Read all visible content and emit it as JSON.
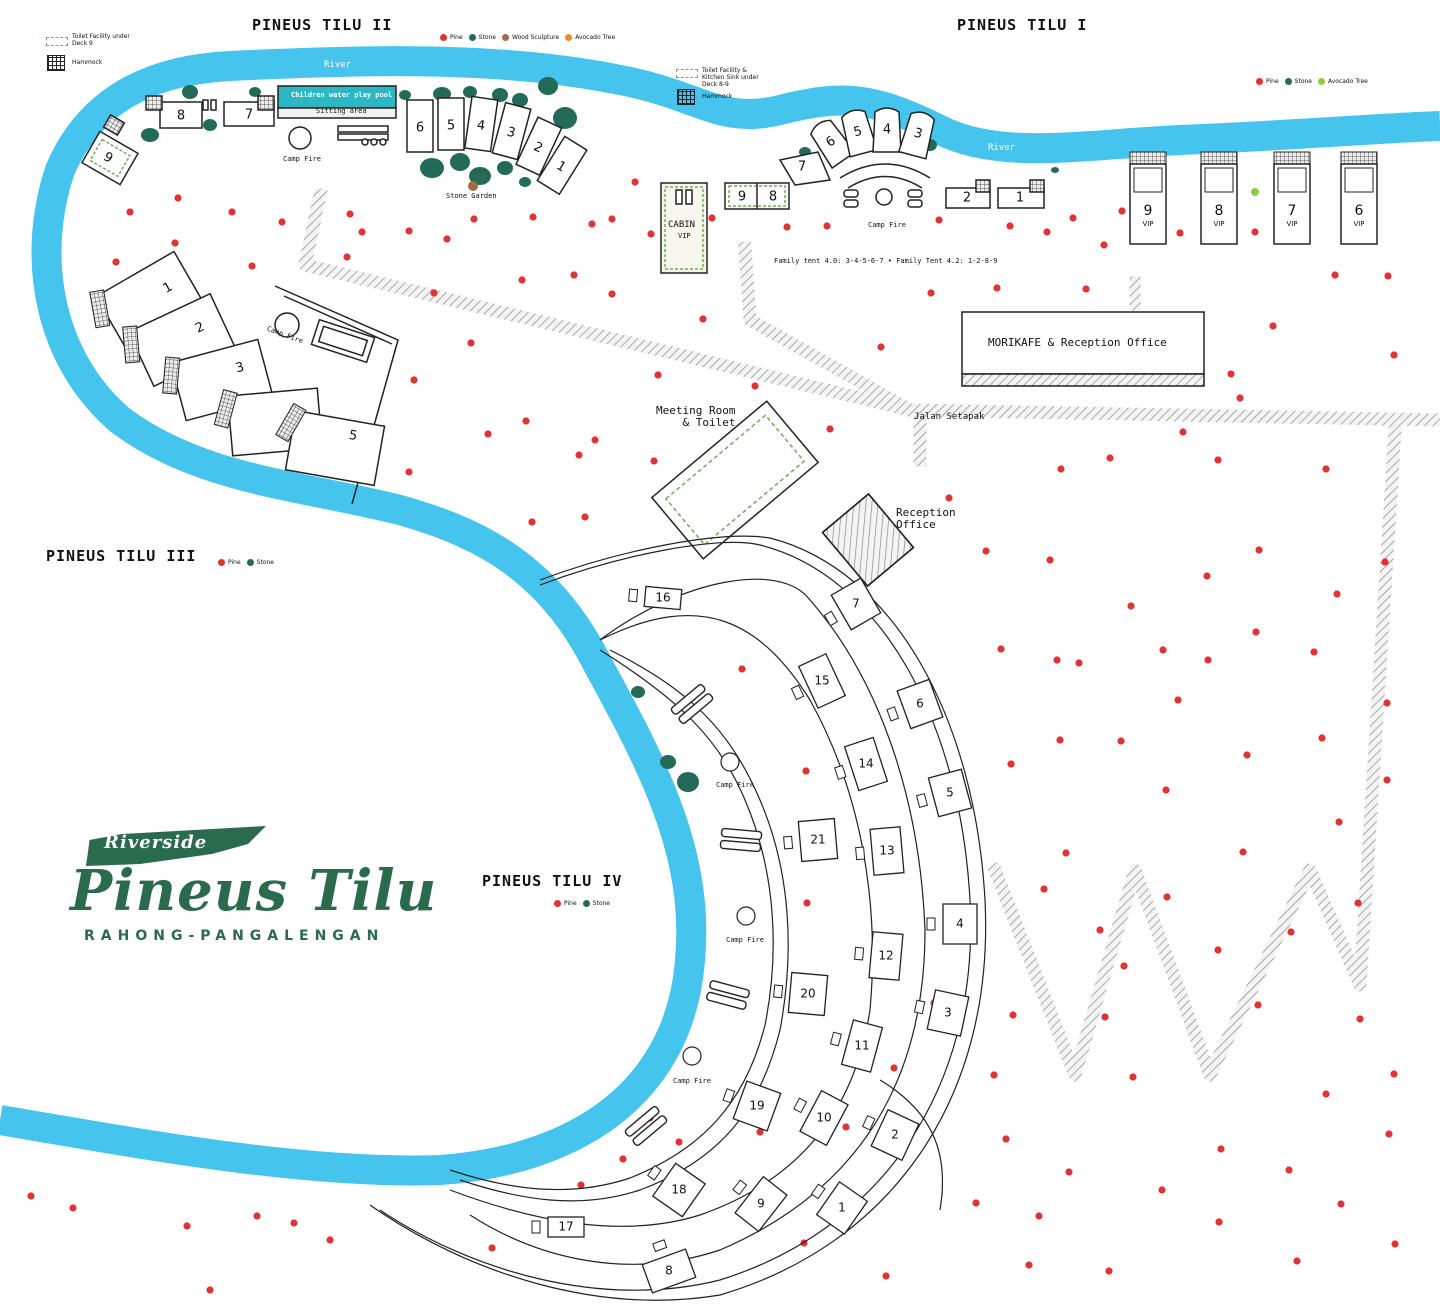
{
  "areas": {
    "pineus_tilu_1": "PINEUS TILU I",
    "pineus_tilu_2": "PINEUS TILU II",
    "pineus_tilu_3": "PINEUS TILU III",
    "pineus_tilu_4": "PINEUS TILU IV"
  },
  "legend": {
    "pine": "Pine",
    "stone": "Stone",
    "wood": "Wood Sculpture",
    "avocado": "Avocado Tree",
    "hammock": "Hammock",
    "toilet_deck9": "Toilet Facility under Deck 9",
    "toilet_kitchen": "Toilet Facility & Kitchen Sink under Deck 8-9"
  },
  "colors": {
    "river": "#45c4ee",
    "pine": "#e23232",
    "stone": "#236b57",
    "wood": "#a26b40",
    "avocado": "#f08c22",
    "avocado_light": "#8ccc42",
    "brand": "#2b6b4d",
    "path": "#9a9a9a"
  },
  "labels": {
    "river": "River",
    "children_pool": "Children water play pool",
    "sitting_area": "Sitting area",
    "camp_fire": "Camp Fire",
    "stone_garden": "Stone Garden",
    "cabin": "CABIN",
    "vip": "VIP",
    "family_tent": "Family tent 4.0: 3-4-5-6-7 • Family Tent 4.2: 1-2-8-9",
    "morikafe": "MORIKAFE & Reception Office",
    "meeting_room": "Meeting Room\n& Toilet",
    "jalan_setapak": "Jalan Setapak",
    "reception_office": "Reception\nOffice"
  },
  "brand": {
    "riverside": "Riverside",
    "name": "Pineus Tilu",
    "location": "RAHONG-PANGALENGAN"
  },
  "units": {
    "tilu2_river": [
      "8",
      "7",
      "9"
    ],
    "tilu2_arc": [
      "6",
      "5",
      "4",
      "3",
      "2",
      "1"
    ],
    "tilu3": [
      "1",
      "2",
      "3",
      "4",
      "5"
    ],
    "tilu1_arc": [
      "6",
      "5",
      "4",
      "3",
      "7",
      "2",
      "1"
    ],
    "tilu1_cabins": [
      "9",
      "8"
    ],
    "tilu1_vip": [
      "9",
      "8",
      "7",
      "6"
    ],
    "tilu4_outer": [
      "7",
      "6",
      "5",
      "4",
      "3",
      "2",
      "1"
    ],
    "tilu4_mid": [
      "15",
      "14",
      "13",
      "12",
      "11",
      "10",
      "9",
      "8"
    ],
    "tilu4_inner": [
      "16",
      "21",
      "20",
      "19",
      "18",
      "17"
    ]
  }
}
